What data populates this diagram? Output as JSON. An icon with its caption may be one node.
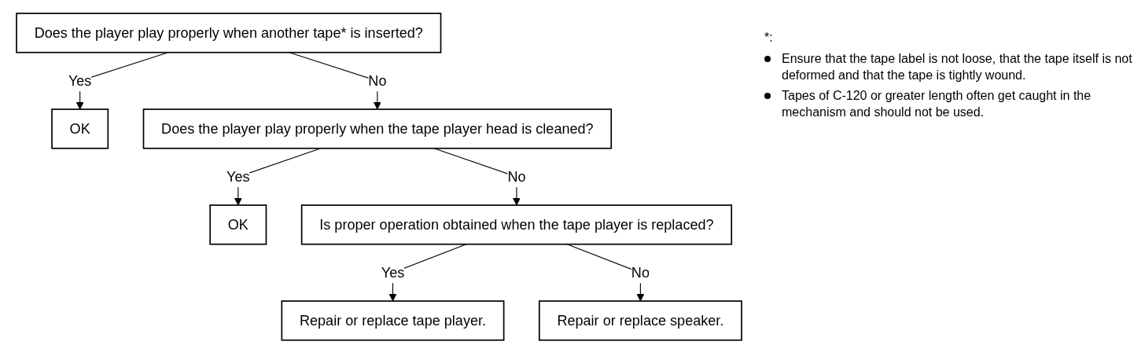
{
  "diagram": {
    "nodes": [
      {
        "text": [
          "Does the player play properly when another tape* is inserted?"
        ]
      },
      {
        "text": [
          "OK"
        ]
      },
      {
        "text": [
          "Does the player play properly when the tape player head is cleaned?"
        ]
      },
      {
        "text": [
          "OK"
        ]
      },
      {
        "text": [
          "Is proper operation obtained when the tape player is replaced?"
        ]
      },
      {
        "text": [
          "Repair or replace tape player."
        ]
      },
      {
        "text": [
          "Repair or replace speaker."
        ]
      }
    ],
    "edges": [
      {
        "from": 0,
        "to": 1,
        "arrow": "to",
        "label": "Yes"
      },
      {
        "from": 0,
        "to": 2,
        "arrow": "to",
        "label": "No"
      },
      {
        "from": 2,
        "to": 3,
        "arrow": "to",
        "label": "Yes"
      },
      {
        "from": 2,
        "to": 4,
        "arrow": "to",
        "label": "No"
      },
      {
        "from": 4,
        "to": 5,
        "arrow": "to",
        "label": "Yes"
      },
      {
        "from": 4,
        "to": 6,
        "arrow": "to",
        "label": "No"
      }
    ],
    "labels": [
      "*:",
      "Ensure that the tape label is not loose, that the tape itself is not deformed and that the tape is tightly wound.",
      "Tapes of C-120 or greater length often get caught in the mechanism and should not be used."
    ]
  }
}
